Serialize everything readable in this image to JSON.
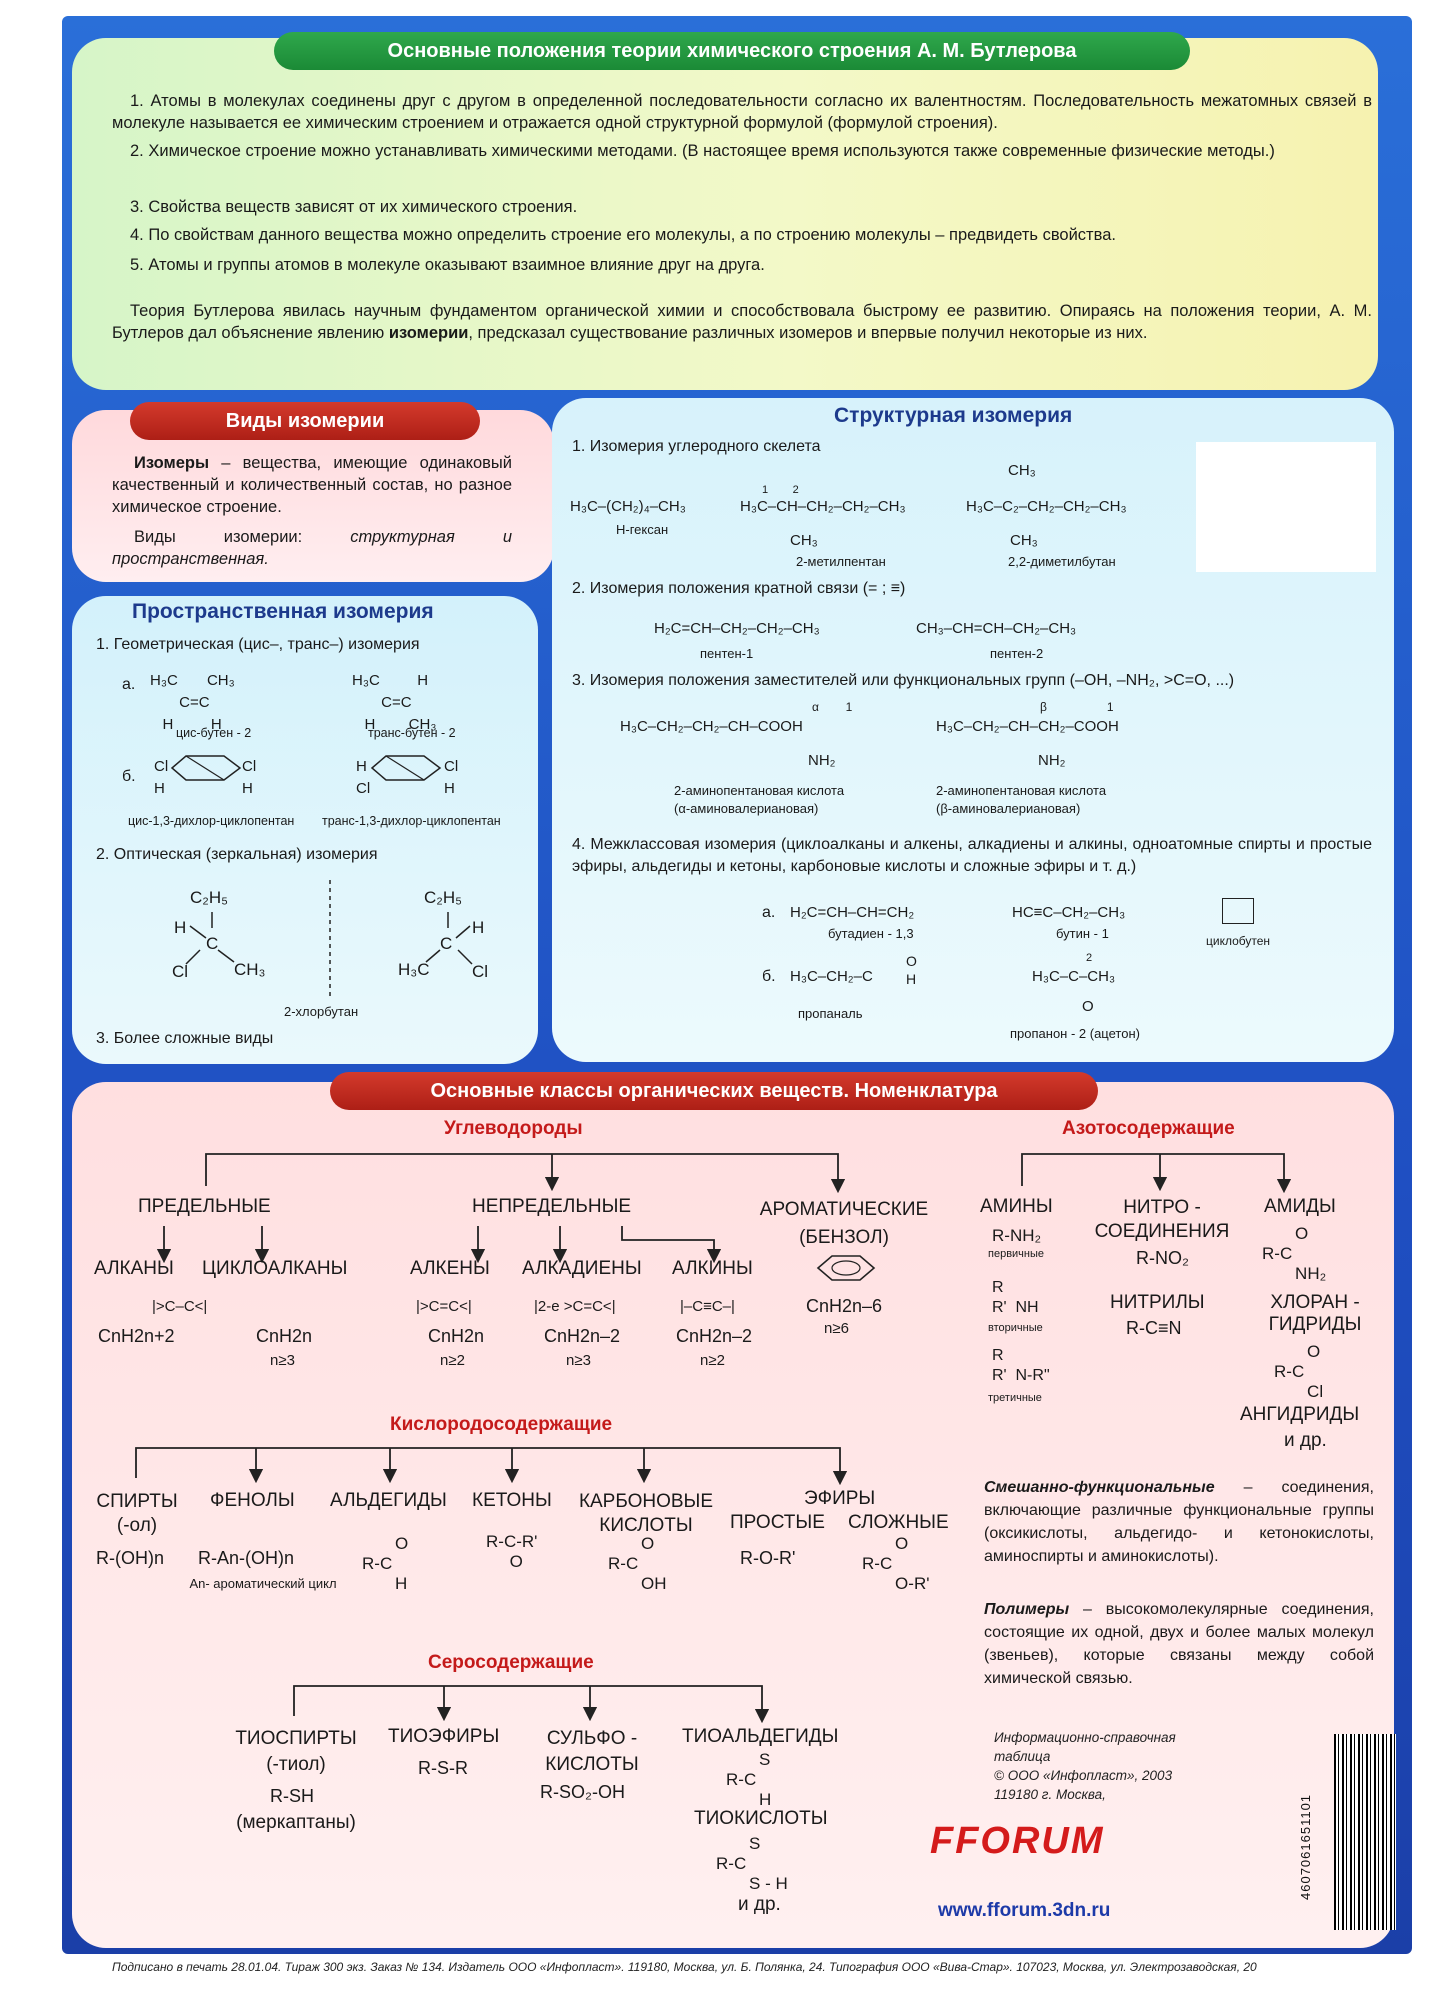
{
  "header": {
    "title": "Основные положения теории химического строения А. М. Бутлерова",
    "points": [
      "1. Атомы в молекулах соединены друг с другом в определенной последовательности согласно их валентностям. Последовательность межатомных связей в молекуле называется ее химическим строением и отражается одной структурной формулой (формулой строения).",
      "2. Химическое строение можно устанавливать химическими методами. (В настоящее время используются также современные физические методы.)",
      "3. Свойства веществ зависят от их химического строения.",
      "4. По свойствам данного вещества можно определить строение его молекулы, а по строению молекулы – предвидеть свойства.",
      "5. Атомы и группы атомов в молекуле оказывают взаимное влияние друг на друга."
    ],
    "summary_start": "Теория Бутлерова явилась научным фундаментом органической химии и способствовала быстрому ее развитию. Опираясь на положения теории, А. М. Бутлеров дал объяснение явлению ",
    "summary_bold": "изомерии",
    "summary_end": ", предсказал существование различных изомеров и впервые получил некоторые из них."
  },
  "isomer_types": {
    "title": "Виды изомерии",
    "def_bold": "Изомеры",
    "def_text": " – вещества, имеющие одинаковый качественный и количественный состав, но разное химическое строение.",
    "kinds_text": "Виды изомерии: ",
    "kinds_italic": "структурная и пространственная."
  },
  "spatial": {
    "title": "Пространственная изомерия",
    "item1": "1.  Геометрическая (цис–, транс–) изомерия",
    "a": "а.",
    "b": "б.",
    "cis_butene": "цис-бутен - 2",
    "trans_butene": "транс-бутен - 2",
    "cis_dcp": "цис-1,3-дихлор-циклопентан",
    "trans_dcp": "транс-1,3-дихлор-циклопентан",
    "item2": "2.  Оптическая (зеркальная) изомерия",
    "chlorobutane": "2-хлорбутан",
    "item3": "3.  Более сложные виды"
  },
  "structural": {
    "title": "Структурная изомерия",
    "item1": "1.  Изомерия углеродного скелета",
    "hexane_formula": "H₃C–(CH₂)₄–CH₃",
    "hexane": "Н-гексан",
    "mp_label": "2-метилпентан",
    "dmb_label": "2,2-диметилбутан",
    "item2": "2.  Изомерия положения кратной связи (= ; ≡)",
    "pentene1_formula": "H₂C=CH–CH₂–CH₂–CH₃",
    "pentene1": "пентен-1",
    "pentene2_formula": "CH₃–CH=CH–CH₂–CH₃",
    "pentene2": "пентен-2",
    "item3": "3.  Изомерия положения заместителей или функциональных групп (–OH, –NH₂, >C=O, ...)",
    "amino1_formula": "H₃C–CH₂–CH₂–CH–COOH",
    "amino1_a": "2-аминопентановая кислота",
    "amino1_b": "(α-аминовалериановая)",
    "amino2_formula": "H₃C–CH₂–CH–CH₂–COOH",
    "amino2_a": "2-аминопентановая кислота",
    "amino2_b": "(β-аминовалериановая)",
    "nh2": "NH₂",
    "item4": "4.  Межклассовая изомерия (циклоалканы и алкены, алкадиены и алкины, одноатомные спирты и простые эфиры, альдегиды и кетоны, карбоновые кислоты и сложные эфиры и т. д.)",
    "a": "а.",
    "butadiene_formula": "H₂C=CH–CH=CH₂",
    "butadiene": "бутадиен - 1,3",
    "butyne_formula": "HC≡C–CH₂–CH₃",
    "butyne": "бутин - 1",
    "cyclobutene": "циклобутен",
    "b": "б.",
    "propanal_formula": "H₃C–CH₂–C",
    "propanal": "пропаналь",
    "propanone_formula": "H₃C–C–CH₃",
    "propanone": "пропанон - 2 (ацетон)"
  },
  "classes": {
    "title": "Основные классы органических веществ. Номенклатура",
    "hydrocarbons": "Углеводороды",
    "saturated": "ПРЕДЕЛЬНЫЕ",
    "unsaturated": "НЕПРЕДЕЛЬНЫЕ",
    "aromatic": "АРОМАТИЧЕСКИЕ (БЕНЗОЛ)",
    "alkanes": "АЛКАНЫ",
    "cycloalkanes": "ЦИКЛОАЛКАНЫ",
    "alkenes": "АЛКЕНЫ",
    "alkadienes": "АЛКАДИЕНЫ",
    "alkynes": "АЛКИНЫ",
    "alkanes_formula": "CnH2n+2",
    "cycloalkanes_formula": "CnH2n",
    "cycloalkanes_n": "n≥3",
    "alkenes_formula": "CnH2n",
    "alkenes_n": "n≥2",
    "alkadienes_formula": "CnH2n–2",
    "alkadienes_n": "n≥3",
    "alkynes_formula": "CnH2n–2",
    "alkynes_n": "n≥2",
    "aromatic_formula": "CnH2n–6",
    "aromatic_n": "n≥6",
    "nitrogen": "Азотосодержащие",
    "amines": "АМИНЫ",
    "nitro": "НИТРО - СОЕДИНЕНИЯ",
    "amides": "АМИДЫ",
    "amine1": "R-NH₂",
    "primary": "первичные",
    "secondary": "вторичные",
    "tertiary": "третичные",
    "nitro_formula": "R-NO₂",
    "nitriles": "НИТРИЛЫ",
    "nitriles_formula": "R-C≡N",
    "acyl_chlorides": "ХЛОРАН - ГИДРИДЫ",
    "anhydrides": "АНГИДРИДЫ",
    "etc": "и др.",
    "oxygen": "Кислородосодержащие",
    "alcohols": "СПИРТЫ (-ол)",
    "alcohols_formula": "R-(OH)n",
    "phenols": "ФЕНОЛЫ",
    "phenols_formula": "R-An-(OH)n",
    "aromatic_cycle": "An- ароматический цикл",
    "aldehydes": "АЛЬДЕГИДЫ",
    "ketones": "КЕТОНЫ",
    "carboxylic": "КАРБОНОВЫЕ КИСЛОТЫ",
    "esters": "ЭФИРЫ",
    "ethers_simple": "ПРОСТЫЕ",
    "ethers_simple_formula": "R-O-R'",
    "esters_complex": "СЛОЖНЫЕ",
    "sulfur": "Серосодержащие",
    "thiols": "ТИОСПИРТЫ (-тиол)",
    "thiols_formula": "R-SH",
    "mercaptans": "(меркаптаны)",
    "thioethers": "ТИОЭФИРЫ",
    "thioethers_formula": "R-S-R",
    "sulfonic": "СУЛЬФО - КИСЛОТЫ",
    "sulfonic_formula": "R-SO₂-OH",
    "thioaldehydes": "ТИОАЛЬДЕГИДЫ",
    "thioacids": "ТИОКИСЛОТЫ",
    "mixed_bold": "Смешанно-функциональные",
    "mixed_text": " – соединения, включающие различные функциональные группы (оксикислоты, альдегидо- и кетонокислоты, аминоспирты и аминокислоты).",
    "polymers_bold": "Полимеры",
    "polymers_text": " – высокомолекулярные соединения, состоящие их одной, двух и более малых молекул (звеньев), которые связаны между собой химической связью."
  },
  "info": {
    "line1": "Информационно-справочная",
    "line2": "таблица",
    "line3": "© ООО «Инфопласт», 2003",
    "line4": "119180 г. Москва,"
  },
  "logo": "FFORUM",
  "url": "www.fforum.3dn.ru",
  "barcode_number": "4607061651101",
  "footer": "Подписано в печать 28.01.04. Тираж 300 экз. Заказ № 134. Издатель ООО «Инфопласт». 119180, Москва, ул. Б. Полянка, 24. Типография ООО «Вива-Стар». 107023, Москва, ул. Электрозаводская, 20",
  "colors": {
    "board_blue": "#1f4fc2",
    "title_green": "#1b8a36",
    "title_red": "#ad1f16",
    "heading_blue": "#1d3a8c",
    "heading_red": "#c41a1a"
  }
}
